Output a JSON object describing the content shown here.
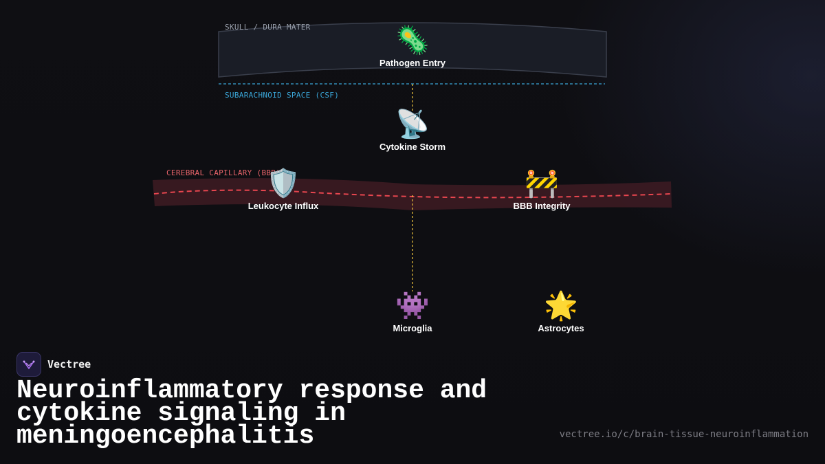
{
  "brand": {
    "name": "Vectree",
    "logo_icon": "vectree-logo-icon"
  },
  "title": "Neuroinflammatory response and cytokine signaling in meningoencephalitis",
  "url": "vectree.io/c/brain-tissue-neuroinflammation",
  "regions": {
    "skull": "SKULL / DURA MATER",
    "csf": "SUBARACHNOID SPACE (CSF)",
    "capillary": "CEREBRAL CAPILLARY (BBB)"
  },
  "nodes": {
    "pathogen": {
      "label": "Pathogen Entry",
      "icon": "🦠"
    },
    "cytokine": {
      "label": "Cytokine Storm",
      "icon": "📡"
    },
    "leukocyte": {
      "label": "Leukocyte Influx",
      "icon": "🛡️"
    },
    "bbb": {
      "label": "BBB Integrity",
      "icon": "🚧"
    },
    "microglia": {
      "label": "Microglia",
      "icon": "👾"
    },
    "astrocytes": {
      "label": "Astrocytes",
      "icon": "🌟"
    }
  },
  "colors": {
    "background": "#0f0f13",
    "skull_fill": "#1a1d26",
    "csf_line": "#3aa6d8",
    "capillary_fill": "#3a1a22",
    "capillary_line": "#e8464f",
    "connector": "#f0c43c"
  }
}
